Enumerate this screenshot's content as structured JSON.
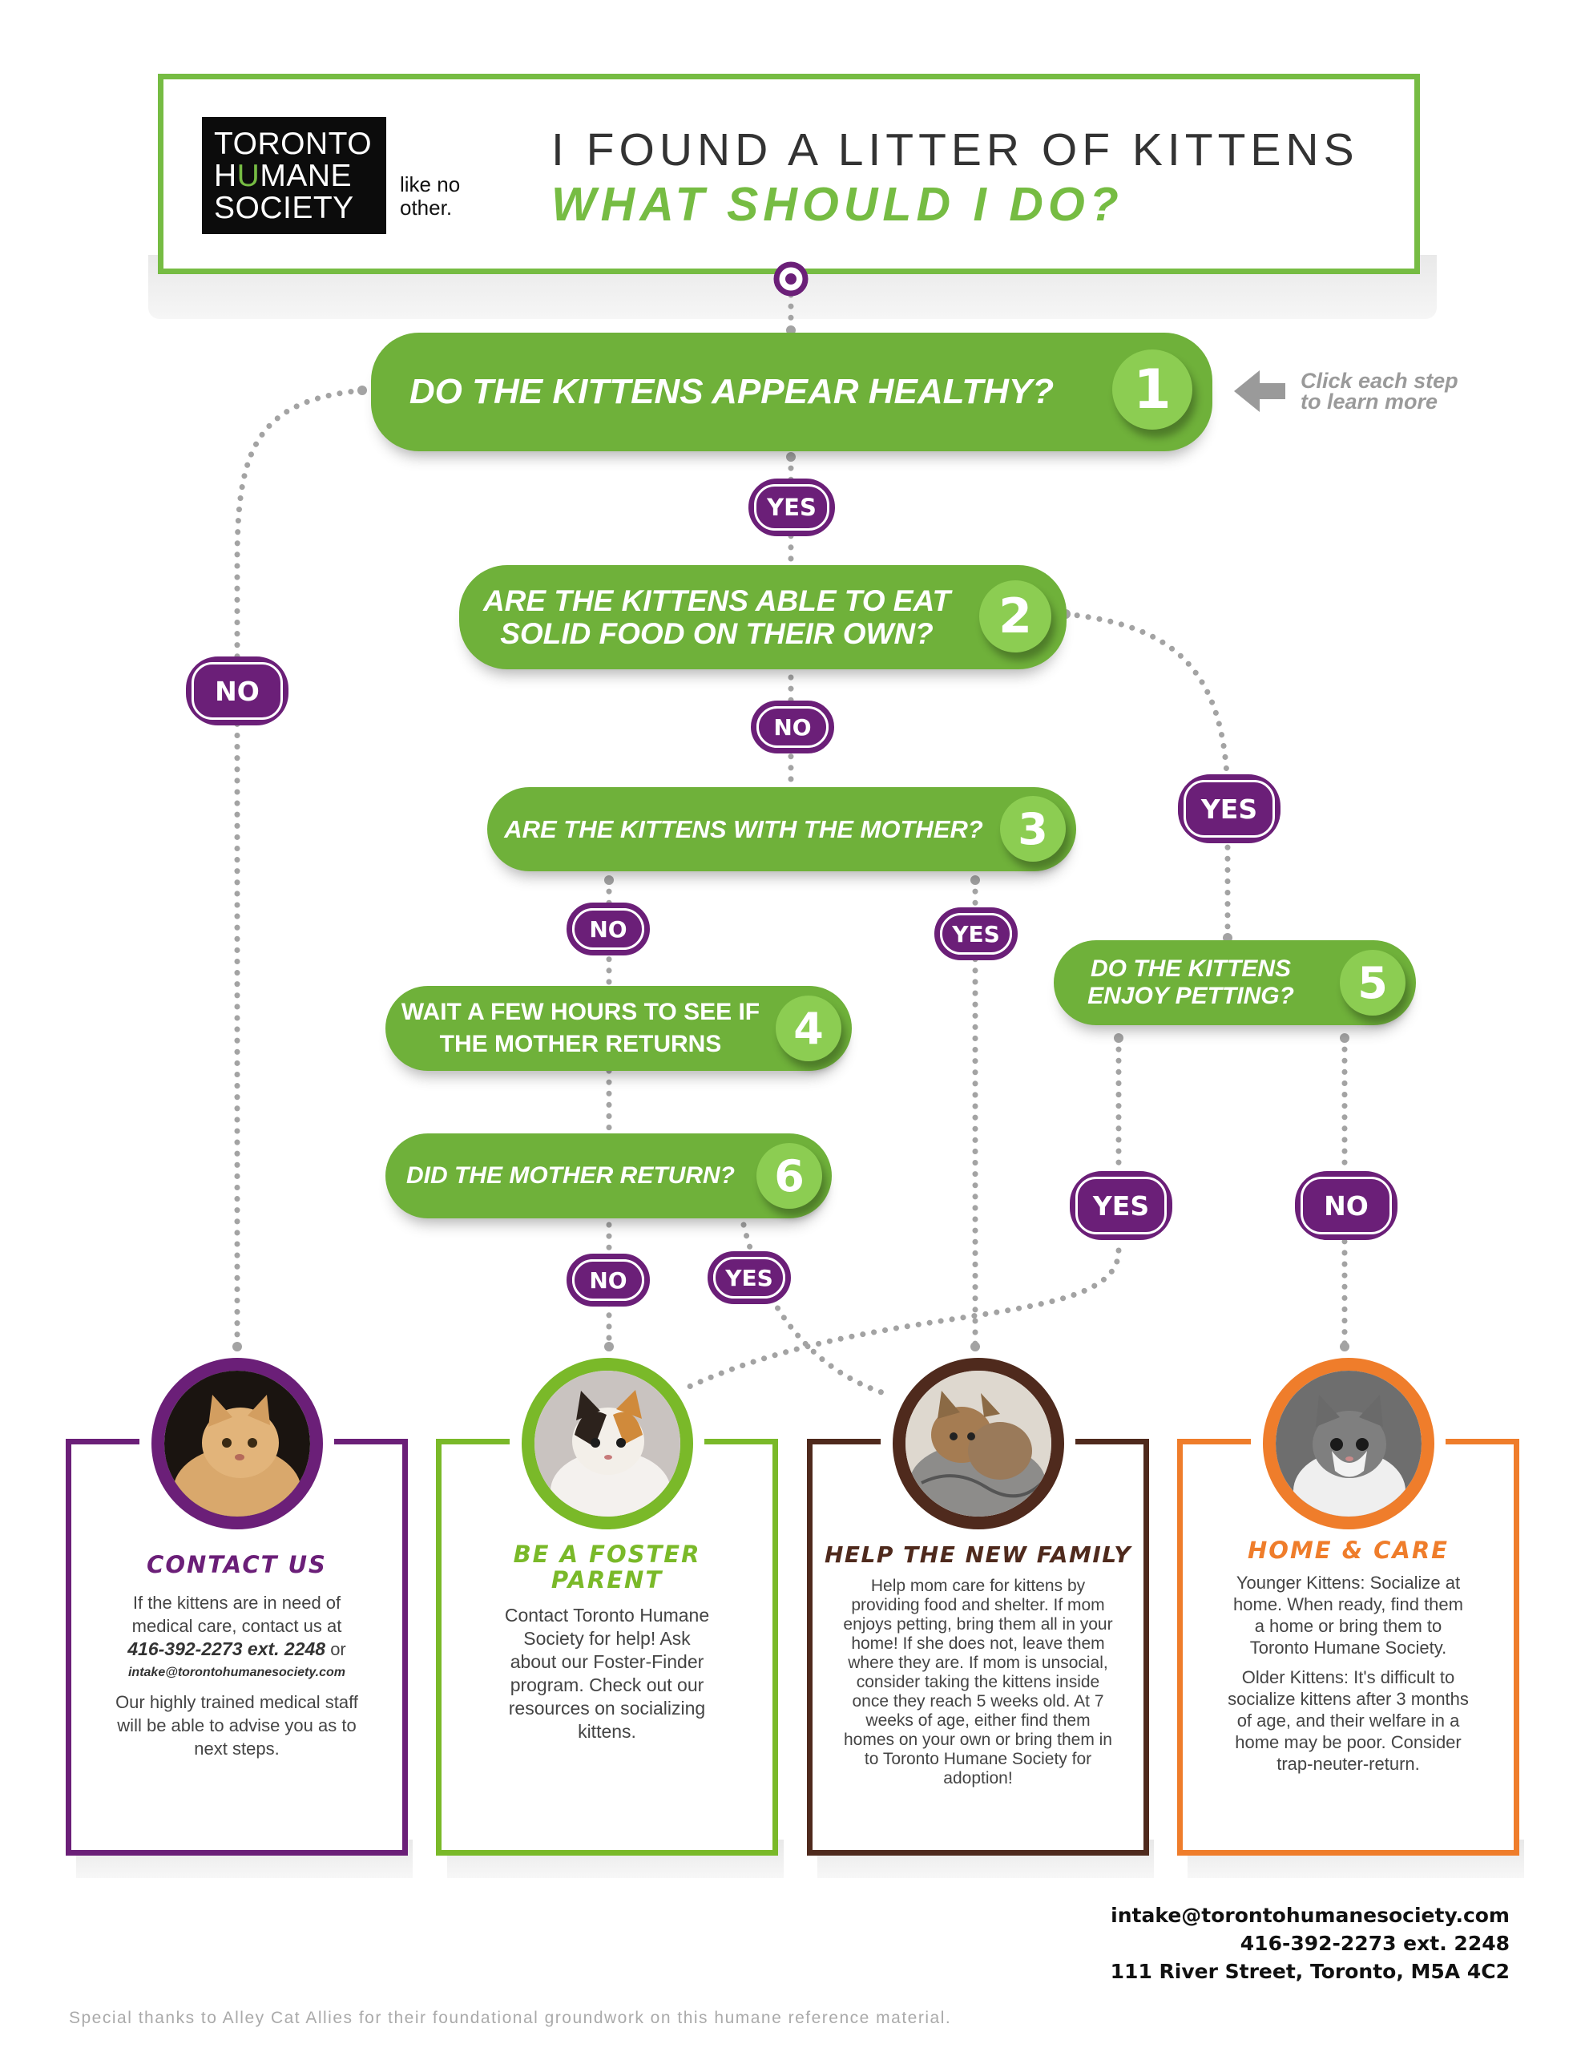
{
  "header": {
    "logo_line1": "TORONTO",
    "logo_line2_h": "H",
    "logo_line2_u": "U",
    "logo_line2_rest": "MANE",
    "logo_line3": "SOCIETY",
    "tagline_line1": "like no",
    "tagline_line2": "other.",
    "title_line1": "I FOUND A LITTER OF KITTENS",
    "title_line2": "WHAT SHOULD I DO?"
  },
  "hint": {
    "line1": "Click each step",
    "line2": "to learn more"
  },
  "steps": [
    {
      "number": "1",
      "line1": "DO THE KITTENS APPEAR HEALTHY?",
      "line2": ""
    },
    {
      "number": "2",
      "line1": "ARE THE KITTENS ABLE TO EAT",
      "line2": "SOLID FOOD ON THEIR OWN?"
    },
    {
      "number": "3",
      "line1": "ARE THE KITTENS WITH THE MOTHER?",
      "line2": ""
    },
    {
      "number": "4",
      "line1": "WAIT A FEW HOURS TO SEE IF",
      "line2": "THE MOTHER RETURNS"
    },
    {
      "number": "5",
      "line1": "DO THE KITTENS",
      "line2": "ENJOY PETTING?"
    },
    {
      "number": "6",
      "line1": "DID THE MOTHER RETURN?",
      "line2": ""
    }
  ],
  "answers": {
    "yes": "YES",
    "no": "NO"
  },
  "outcomes": [
    {
      "title": "CONTACT US",
      "color": "#6b1f78",
      "body_line1": "If the kittens are in need of medical care, contact us at",
      "phone": "416-392-2273 ext. 2248",
      "or_word": "or",
      "email": "intake@torontohumanesociety.com",
      "body_line2": "Our highly trained medical staff will be able to advise you as to next steps."
    },
    {
      "title_line1": "BE A FOSTER",
      "title_line2": "PARENT",
      "color": "#7ab929",
      "body": "Contact Toronto Humane Society for help! Ask about our Foster-Finder program. Check out our resources on socializing kittens."
    },
    {
      "title": "HELP THE NEW FAMILY",
      "color": "#4f2a1d",
      "body": "Help mom care for kittens by providing food and shelter. If mom enjoys petting, bring them all in your home! If she does not, leave them where they are. If mom is unsocial, consider taking the kittens inside once they reach 5 weeks old. At 7 weeks of age, either find them homes on your own or bring them in to Toronto Humane Society for adoption!"
    },
    {
      "title": "HOME & CARE",
      "color": "#ef7d2b",
      "body_line1": "Younger Kittens: Socialize at home. When ready, find them a home or bring them to Toronto Humane Society.",
      "body_line2": "Older Kittens: It's difficult to socialize kittens after 3 months of age, and their welfare in a home may be poor. Consider trap-neuter-return."
    }
  ],
  "contact": {
    "email": "intake@torontohumanesociety.com",
    "phone": "416-392-2273 ext. 2248",
    "address": "111 River Street, Toronto, M5A 4C2"
  },
  "credit": "Special thanks to Alley Cat Allies for their foundational groundwork on this humane reference material.",
  "colors": {
    "green": "#6fb13a",
    "green_light": "#8ccd52",
    "purple": "#6b1f78",
    "lime": "#7ab929",
    "brown": "#4f2a1d",
    "orange": "#ef7d2b"
  },
  "icons": [
    "arrow-left-icon",
    "kitten-photo-icon"
  ]
}
